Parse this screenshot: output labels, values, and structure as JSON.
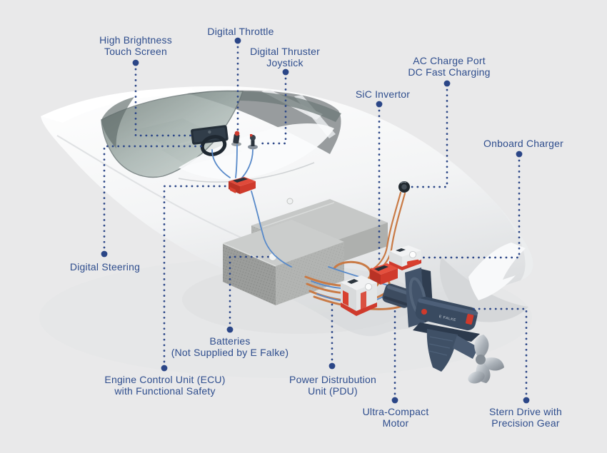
{
  "diagram": {
    "type": "annotated-illustration",
    "subject": "Electric boat propulsion system cutaway",
    "motor_badge": "E FALKE",
    "labels": [
      {
        "id": "high-brightness-touch-screen",
        "lines": [
          "High Brightness",
          "Touch Screen"
        ]
      },
      {
        "id": "digital-throttle",
        "lines": [
          "Digital Throttle"
        ]
      },
      {
        "id": "digital-thruster-joystick",
        "lines": [
          "Digital Thruster",
          "Joystick"
        ]
      },
      {
        "id": "sic-invertor",
        "lines": [
          "SiC Invertor"
        ]
      },
      {
        "id": "ac-charge-port",
        "lines": [
          "AC Charge Port",
          "DC Fast Charging"
        ]
      },
      {
        "id": "onboard-charger",
        "lines": [
          "Onboard Charger"
        ]
      },
      {
        "id": "digital-steering",
        "lines": [
          "Digital Steering"
        ]
      },
      {
        "id": "batteries",
        "lines": [
          "Batteries",
          "(Not Supplied by E Falke)"
        ]
      },
      {
        "id": "engine-control-unit",
        "lines": [
          "Engine Control Unit (ECU)",
          "with Functional Safety"
        ]
      },
      {
        "id": "power-distribution-unit",
        "lines": [
          "Power Distrubution",
          "Unit (PDU)"
        ]
      },
      {
        "id": "ultra-compact-motor",
        "lines": [
          "Ultra-Compact",
          "Motor"
        ]
      },
      {
        "id": "stern-drive",
        "lines": [
          "Stern Drive with",
          "Precision Gear"
        ]
      }
    ]
  },
  "colors": {
    "background": "#e9e9ea",
    "label_text": "#2e4d8d",
    "leader": "#2b4687",
    "cable_orange": "#c97a45",
    "wire_blue": "#5789c9",
    "component_red": "#d8402f",
    "hull_white": "#fbfcfd",
    "glass_gray": "#8d9a97",
    "battery_gray": "#a8aaa8",
    "drive_navy": "#3a4a60",
    "chrome": "#c3c9cf"
  }
}
